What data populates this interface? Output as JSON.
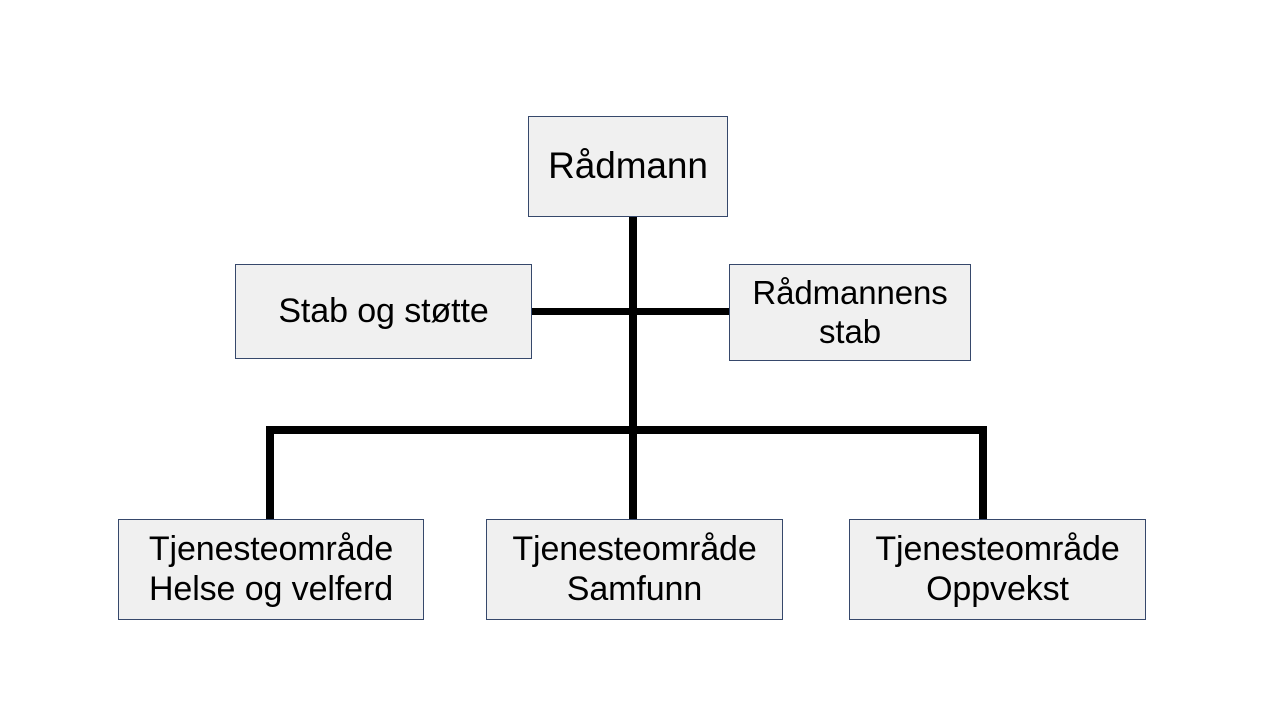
{
  "diagram": {
    "type": "organizational-chart",
    "title": "",
    "background_color": "#FFFFFF",
    "node_fill_color": "#F0F0F0",
    "node_border_color": "#36486B",
    "connector_color": "#000000",
    "text_color": "#000000",
    "levels": [
      {
        "level": 1,
        "nodes": [
          {
            "id": "radmann",
            "label": "Rådmann"
          }
        ]
      },
      {
        "level": 2,
        "nodes": [
          {
            "id": "stab-og-stotte",
            "label": "Stab og støtte"
          },
          {
            "id": "radmannens-stab",
            "label": "Rådmannens\nstab"
          }
        ]
      },
      {
        "level": 3,
        "nodes": [
          {
            "id": "tjenesteomrade-helse-og-velferd",
            "label": "Tjenesteområde\nHelse og velferd"
          },
          {
            "id": "tjenesteomrade-samfunn",
            "label": "Tjenesteområde\nSamfunn"
          },
          {
            "id": "tjenesteomrade-oppvekst",
            "label": "Tjenesteområde\nOppvekst"
          }
        ]
      }
    ],
    "nodes": {
      "radmann": "Rådmann",
      "stab_og_stotte": "Stab og støtte",
      "radmannens_stab": "Rådmannens\nstab",
      "tjenesteomrade_helse_og_velferd": "Tjenesteområde\nHelse og velferd",
      "tjenesteomrade_samfunn": "Tjenesteområde\nSamfunn",
      "tjenesteomrade_oppvekst": "Tjenesteområde\nOppvekst"
    },
    "edges": [
      {
        "from": "radmann",
        "to": "stab-og-stotte"
      },
      {
        "from": "radmann",
        "to": "radmannens-stab"
      },
      {
        "from": "radmann",
        "to": "tjenesteomrade-helse-og-velferd"
      },
      {
        "from": "radmann",
        "to": "tjenesteomrade-samfunn"
      },
      {
        "from": "radmann",
        "to": "tjenesteomrade-oppvekst"
      }
    ]
  }
}
